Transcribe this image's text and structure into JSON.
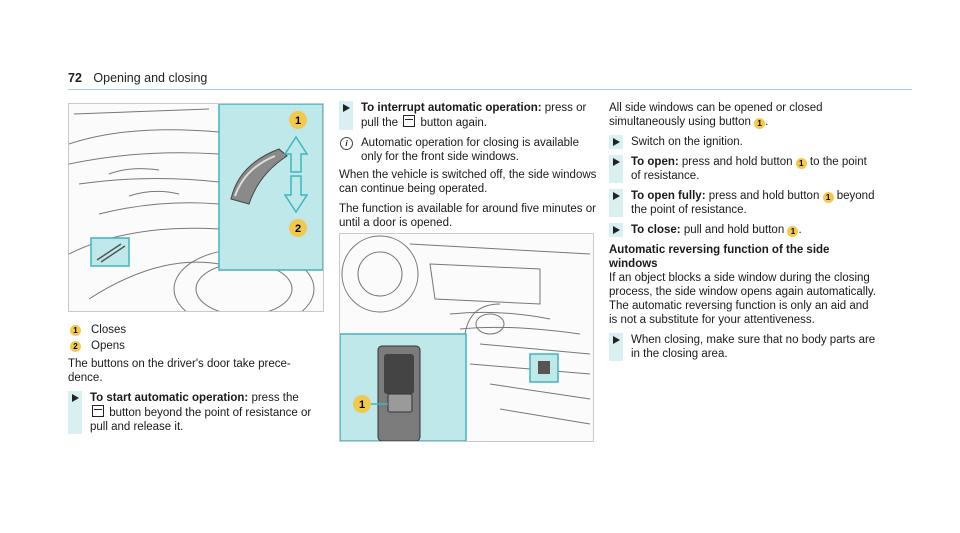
{
  "header": {
    "page_number": "72",
    "section_title": "Opening and closing"
  },
  "legend": [
    {
      "num": "1",
      "label": "Closes"
    },
    {
      "num": "2",
      "label": "Opens"
    }
  ],
  "col1": {
    "intro": "The buttons on the driver's door take prece-dence.",
    "step_start": {
      "bold": "To start automatic operation:",
      "text_a": " press the",
      "text_b": " button beyond the point of resistance or pull and release it."
    }
  },
  "col2": {
    "step_interrupt": {
      "bold": "To interrupt automatic operation:",
      "text_a": " press or pull the",
      "text_b": " button again."
    },
    "info": "Automatic operation for closing is available only for the front side windows.",
    "para1": "When the vehicle is switched off, the side windows can continue being operated.",
    "para2": "The function is available for around five minutes or until a door is opened."
  },
  "col3": {
    "para_intro_a": "All side windows can be opened or closed simultaneously using button",
    "para_intro_b": ".",
    "steps": [
      {
        "bold": "",
        "text": "Switch on the ignition."
      },
      {
        "bold": "To open:",
        "text": " press and hold button",
        "num": "1",
        "tail": " to the point of resistance."
      },
      {
        "bold": "To open fully:",
        "text": " press and hold button",
        "num": "1",
        "tail": " beyond the point of resistance."
      },
      {
        "bold": "To close:",
        "text": " pull and hold button",
        "num": "1",
        "tail": "."
      }
    ],
    "subhead": "Automatic reversing function of the side windows",
    "para_reverse": "If an object blocks a side window during the closing process, the side window opens again automatically. The automatic reversing function is only an aid and is not a substitute for your attentiveness.",
    "step_final": "When closing, make sure that no body parts are in the closing area."
  },
  "figure1": {
    "callout_top": "1",
    "callout_bottom": "2"
  },
  "figure2": {
    "callout": "1"
  },
  "colors": {
    "accent_teal": "#bfe8ea",
    "callout_yellow": "#f2c94c",
    "rule": "#9bd5d8"
  }
}
